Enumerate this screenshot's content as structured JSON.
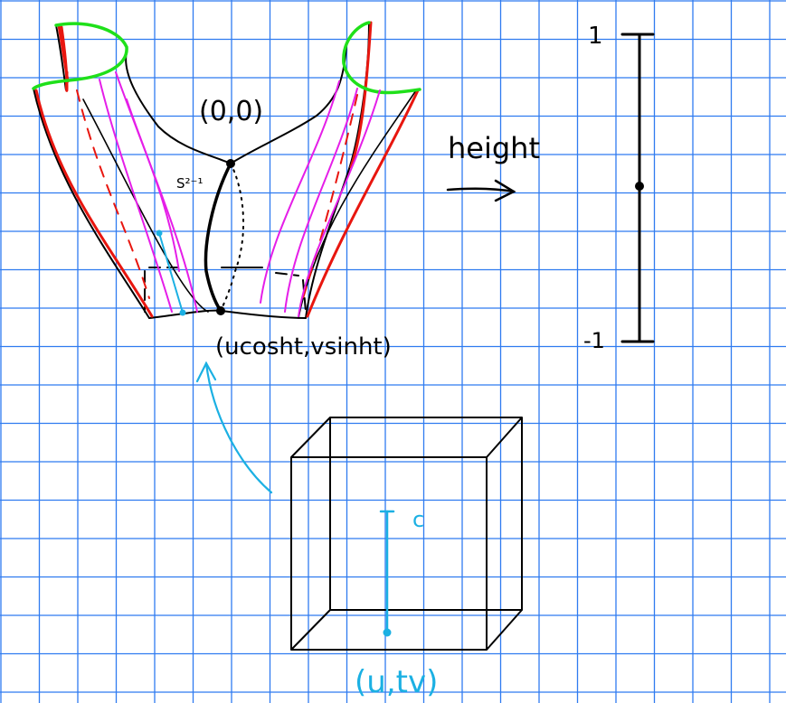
{
  "labels": {
    "origin": "(0,0)",
    "sphere": "S²⁻¹",
    "point": "(ucosht,vsinht)",
    "height": "height",
    "scale_top": "1",
    "scale_bottom": "-1",
    "cube_c": "c",
    "cube_point": "(u,tv)"
  },
  "colors": {
    "grid": "#2f7bf0",
    "ink": "#000000",
    "boundary": "#e8160f",
    "top_rim": "#1fe01a",
    "level_curves": "#e51ee8",
    "cyan": "#1bb0e3"
  }
}
